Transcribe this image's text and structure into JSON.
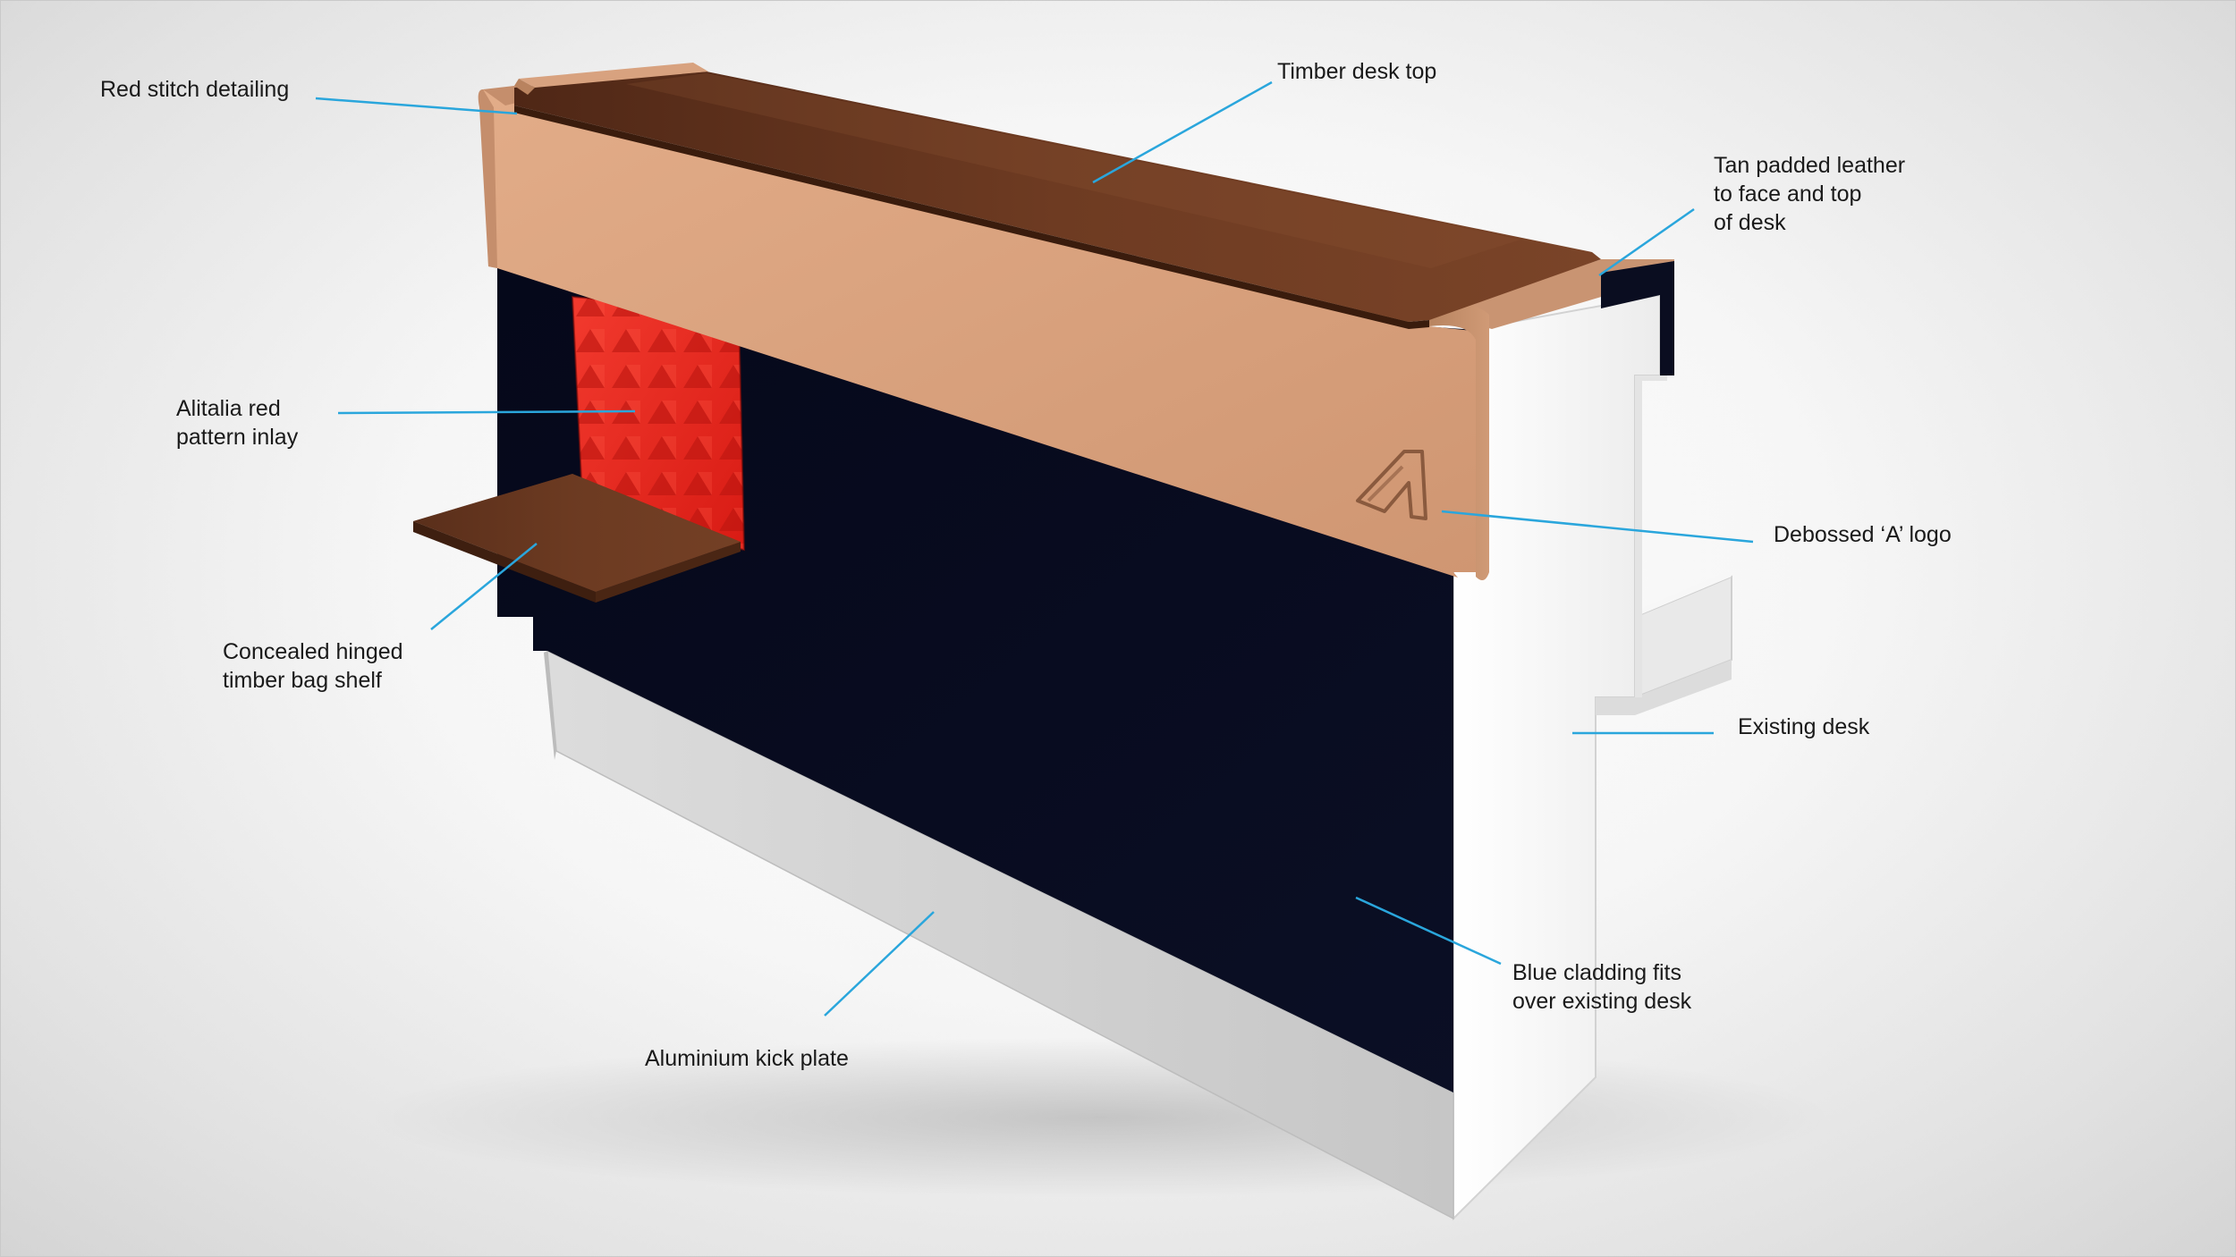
{
  "diagram": {
    "colors": {
      "leather": "#d9a27e",
      "timber": "#6b3a22",
      "cladding": "#070a1c",
      "kick_plate": "#d2d2d2",
      "existing_desk": "#f4f4f4",
      "red_inlay": "#e8231c",
      "leader_line": "#2aa6dc",
      "text": "#1a1a1a"
    },
    "labels": {
      "red_stitch": [
        "Red stitch detailing"
      ],
      "timber_top": [
        "Timber desk top"
      ],
      "tan_leather": [
        "Tan padded leather",
        "to face and top",
        "of desk"
      ],
      "red_inlay": [
        "Alitalia red",
        "pattern inlay"
      ],
      "logo": [
        "Debossed ‘A’ logo"
      ],
      "bag_shelf": [
        "Concealed hinged",
        "timber bag shelf"
      ],
      "existing_desk": [
        "Existing desk"
      ],
      "blue_cladding": [
        "Blue cladding fits",
        "over existing desk"
      ],
      "kick_plate": [
        "Aluminium kick plate"
      ]
    }
  }
}
